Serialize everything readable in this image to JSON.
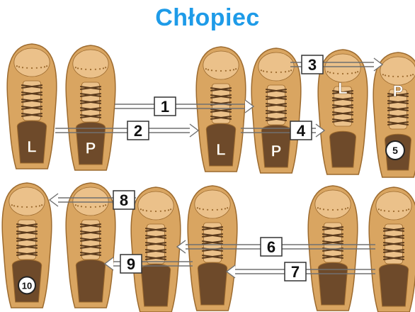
{
  "title": "Chłopiec",
  "colors": {
    "title": "#1e9be8",
    "leather": "#d9a561",
    "leather_light": "#ebc18a",
    "leather_dark": "#9c6a2e",
    "insole": "#6e4a2a",
    "arrow": "#707070"
  },
  "shoes": [
    {
      "label": "L",
      "style": "top",
      "badge": false
    },
    {
      "label": "P",
      "style": "top",
      "badge": false
    },
    {
      "label": "L",
      "style": "top",
      "badge": false
    },
    {
      "label": "P",
      "style": "top",
      "badge": false
    },
    {
      "label": "L",
      "style": "toe",
      "badge": false
    },
    {
      "label": "P",
      "style": "toe",
      "badge": false
    },
    {
      "label": "5",
      "style": "top",
      "badge": true
    },
    {
      "label": "",
      "style": "toe",
      "badge": false
    },
    {
      "label": "",
      "style": "top",
      "badge": false
    },
    {
      "label": "",
      "style": "top",
      "badge": false
    },
    {
      "label": "",
      "style": "top",
      "badge": false
    },
    {
      "label": "10",
      "style": "top",
      "badge": true
    },
    {
      "label": "",
      "style": "top",
      "badge": false
    },
    {
      "label": "",
      "style": "top",
      "badge": false
    },
    {
      "label": "",
      "style": "top",
      "badge": false
    },
    {
      "label": "",
      "style": "top",
      "badge": false
    },
    {
      "label": "",
      "style": "top",
      "badge": false
    },
    {
      "label": "",
      "style": "top",
      "badge": false
    }
  ],
  "steps": [
    {
      "label": "1",
      "direction": "right"
    },
    {
      "label": "2",
      "direction": "right"
    },
    {
      "label": "3",
      "direction": "right"
    },
    {
      "label": "4",
      "direction": "right"
    },
    {
      "label": "6",
      "direction": "left"
    },
    {
      "label": "7",
      "direction": "left"
    },
    {
      "label": "8",
      "direction": "left"
    },
    {
      "label": "9",
      "direction": "left"
    }
  ]
}
